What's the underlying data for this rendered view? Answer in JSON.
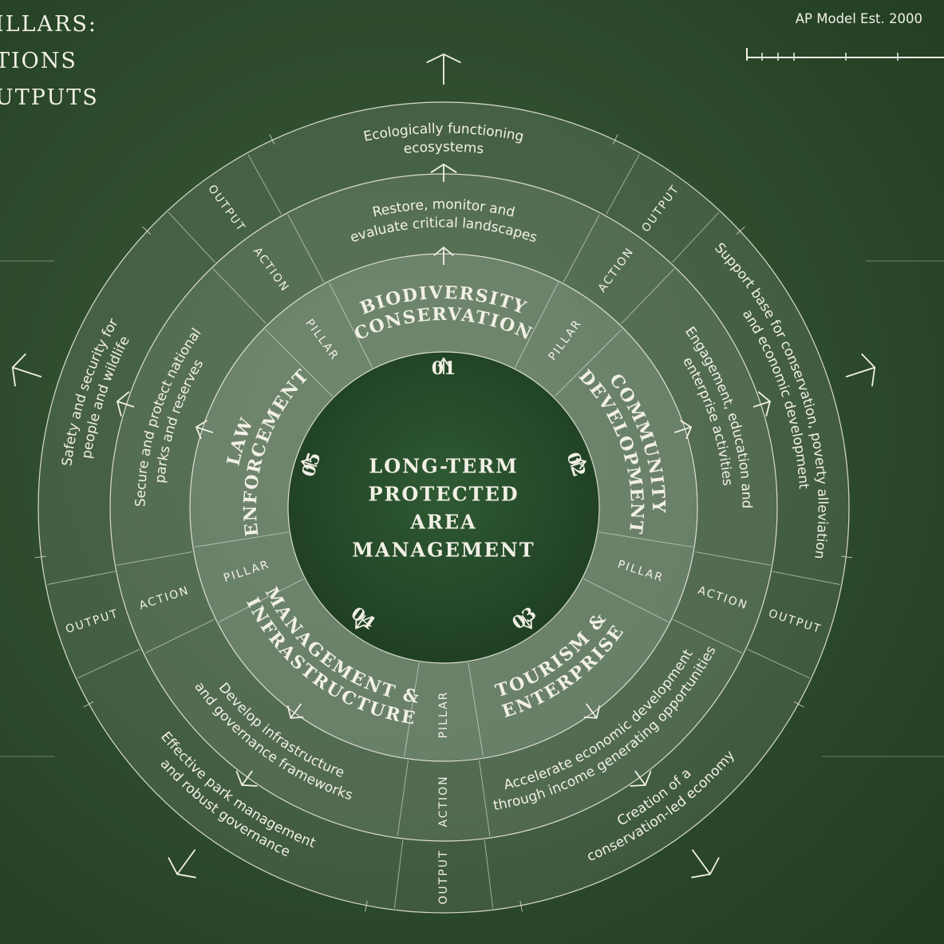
{
  "title_lines": [
    "ILLARS:",
    "TIONS",
    "UTPUTS"
  ],
  "est_label": "AP Model Est. 2000",
  "center_lines": [
    "LONG-TERM",
    "PROTECTED",
    "AREA",
    "MANAGEMENT"
  ],
  "ring_labels": {
    "pillar": "PILLAR",
    "action": "ACTION",
    "output": "OUTPUT"
  },
  "pillars": [
    {
      "number": "01",
      "name_lines": [
        "BIODIVERSITY",
        "CONSERVATION"
      ],
      "action_lines": [
        "Restore, monitor and",
        "evaluate critical landscapes"
      ],
      "output_lines": [
        "Ecologically functioning",
        "ecosystems"
      ]
    },
    {
      "number": "02",
      "name_lines": [
        "COMMUNITY",
        "DEVELOPMENT"
      ],
      "action_lines": [
        "Engagement, education and",
        "enterprise activities"
      ],
      "output_lines": [
        "Support base for conservation, poverty alleviation",
        "and economic development"
      ]
    },
    {
      "number": "03",
      "name_lines": [
        "TOURISM &",
        "ENTERPRISE"
      ],
      "action_lines": [
        "Accelerate economic development",
        "through income generating opportunities"
      ],
      "output_lines": [
        "Creation of a",
        "conservation-led economy"
      ]
    },
    {
      "number": "04",
      "name_lines": [
        "MANAGEMENT &",
        "INFRASTRUCTURE"
      ],
      "action_lines": [
        "Develop infrastructure",
        "and governance frameworks"
      ],
      "output_lines": [
        "Effective park management",
        "and robust governance"
      ]
    },
    {
      "number": "05",
      "name_lines": [
        "LAW",
        "ENFORCEMENT"
      ],
      "action_lines": [
        "Secure and protect national",
        "parks and reserves"
      ],
      "output_lines": [
        "Safety and security for",
        "people and wildlife"
      ]
    }
  ],
  "colors": {
    "background": "#2c4a2b",
    "ink": "#f2f0e6"
  }
}
